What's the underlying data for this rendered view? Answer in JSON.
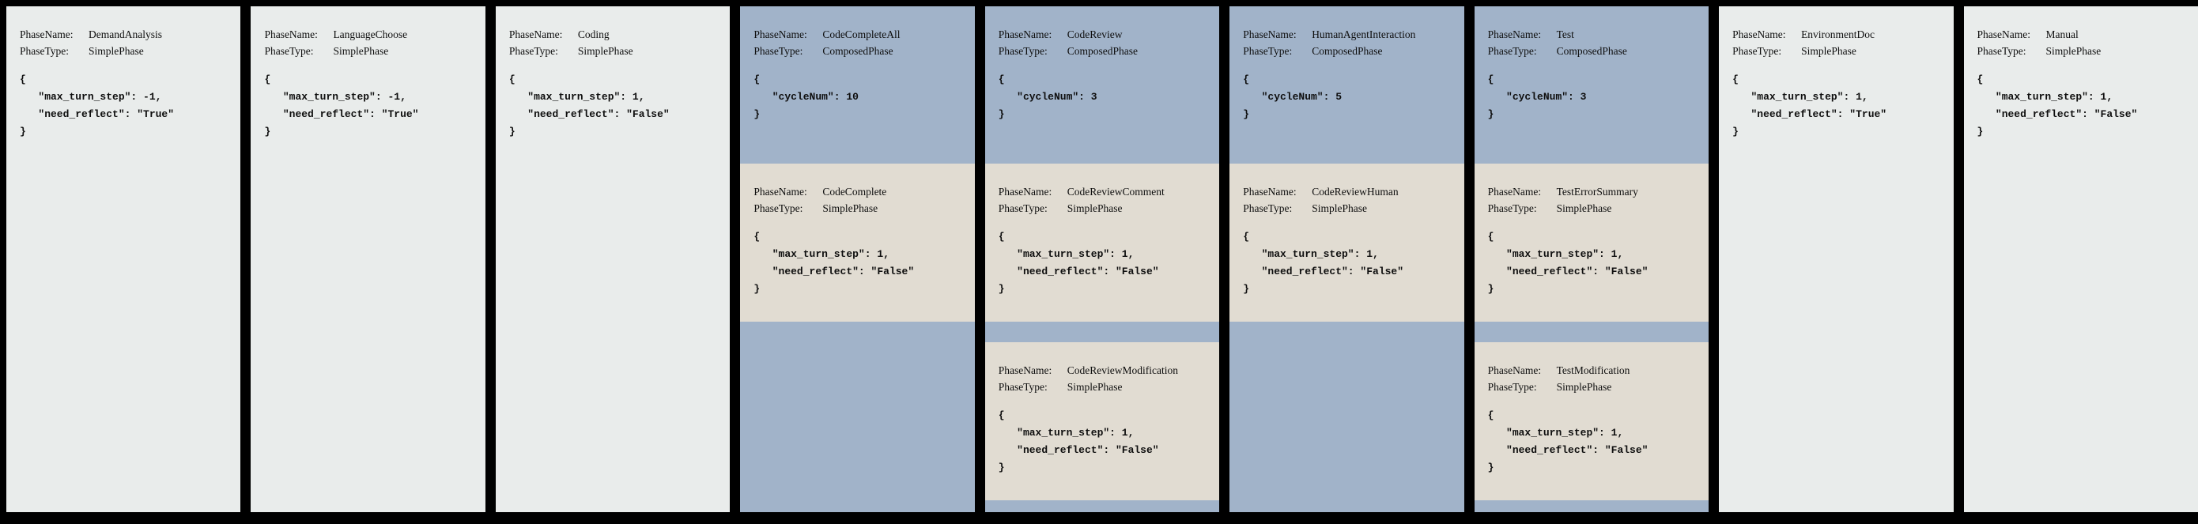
{
  "colors": {
    "page_bg": "#000000",
    "simple_card": "#e9eceb",
    "composed_card": "#a1b3c9",
    "subphase_card": "#e1dcd2",
    "text": "#0e0e0e"
  },
  "labels": {
    "phase_name": "PhaseName:",
    "phase_type": "PhaseType:"
  },
  "phases": [
    {
      "name": "DemandAnalysis",
      "type": "SimplePhase",
      "config": "{\n   \"max_turn_step\": -1,\n   \"need_reflect\": \"True\"\n}",
      "subphases": []
    },
    {
      "name": "LanguageChoose",
      "type": "SimplePhase",
      "config": "{\n   \"max_turn_step\": -1,\n   \"need_reflect\": \"True\"\n}",
      "subphases": []
    },
    {
      "name": "Coding",
      "type": "SimplePhase",
      "config": "{\n   \"max_turn_step\": 1,\n   \"need_reflect\": \"False\"\n}",
      "subphases": []
    },
    {
      "name": "CodeCompleteAll",
      "type": "ComposedPhase",
      "config": "{\n   \"cycleNum\": 10\n}",
      "subphases": [
        {
          "name": "CodeComplete",
          "type": "SimplePhase",
          "config": "{\n   \"max_turn_step\": 1,\n   \"need_reflect\": \"False\"\n}"
        }
      ]
    },
    {
      "name": "CodeReview",
      "type": "ComposedPhase",
      "config": "{\n   \"cycleNum\": 3\n}",
      "subphases": [
        {
          "name": "CodeReviewComment",
          "type": "SimplePhase",
          "config": "{\n   \"max_turn_step\": 1,\n   \"need_reflect\": \"False\"\n}"
        },
        {
          "name": "CodeReviewModification",
          "type": "SimplePhase",
          "config": "{\n   \"max_turn_step\": 1,\n   \"need_reflect\": \"False\"\n}"
        }
      ]
    },
    {
      "name": "HumanAgentInteraction",
      "type": "ComposedPhase",
      "config": "{\n   \"cycleNum\": 5\n}",
      "subphases": [
        {
          "name": "CodeReviewHuman",
          "type": "SimplePhase",
          "config": "{\n   \"max_turn_step\": 1,\n   \"need_reflect\": \"False\"\n}"
        }
      ]
    },
    {
      "name": "Test",
      "type": "ComposedPhase",
      "config": "{\n   \"cycleNum\": 3\n}",
      "subphases": [
        {
          "name": "TestErrorSummary",
          "type": "SimplePhase",
          "config": "{\n   \"max_turn_step\": 1,\n   \"need_reflect\": \"False\"\n}"
        },
        {
          "name": "TestModification",
          "type": "SimplePhase",
          "config": "{\n   \"max_turn_step\": 1,\n   \"need_reflect\": \"False\"\n}"
        }
      ]
    },
    {
      "name": "EnvironmentDoc",
      "type": "SimplePhase",
      "config": "{\n   \"max_turn_step\": 1,\n   \"need_reflect\": \"True\"\n}",
      "subphases": []
    },
    {
      "name": "Manual",
      "type": "SimplePhase",
      "config": "{\n   \"max_turn_step\": 1,\n   \"need_reflect\": \"False\"\n}",
      "subphases": []
    }
  ]
}
